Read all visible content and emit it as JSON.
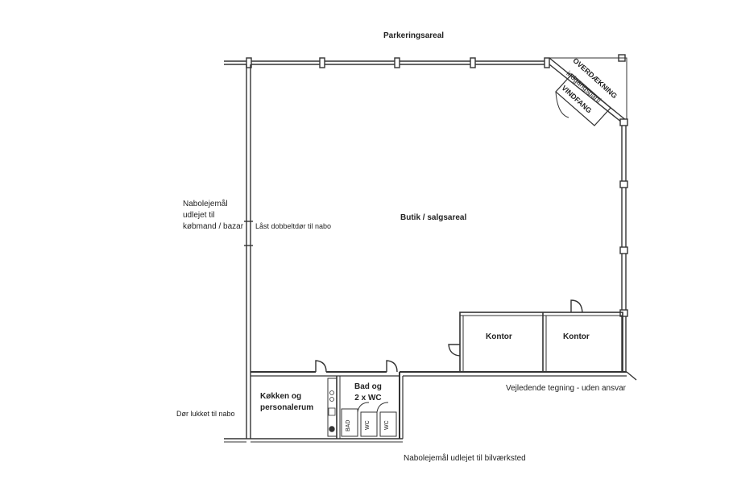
{
  "labels": {
    "parking": "Parkeringsareal",
    "neighbor_left": "Nabolejemål\nudlejet til\nkøbmand / bazar",
    "locked_door": "Låst dobbeltdør til nabo",
    "shop": "Butik / salgsareal",
    "office_1": "Kontor",
    "office_2": "Kontor",
    "kitchen": "Køkken og\npersonalerum",
    "bath": "Bad og\n2 x WC",
    "door_closed": "Dør lukket til nabo",
    "disclaimer": "Vejledende tegning - uden ansvar",
    "neighbor_bottom": "Nabolejemål udlejet til bilværksted",
    "canopy": "OVERDÆKNING",
    "entrance": "indgangsparti",
    "windbreak": "VINDFANG",
    "bad_small": "BAD",
    "wc_1": "WC",
    "wc_2": "WC"
  }
}
